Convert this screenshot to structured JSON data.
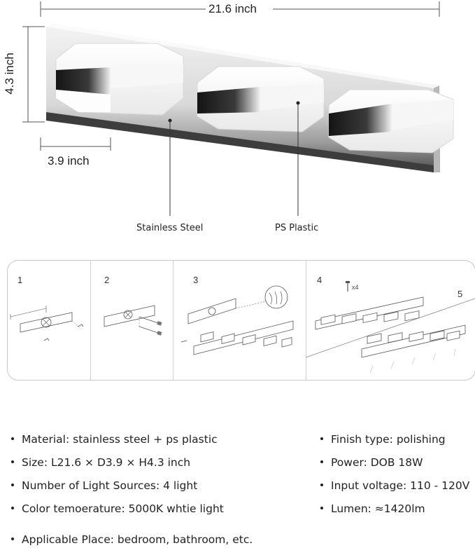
{
  "dimensions": {
    "width": "21.6 inch",
    "height": "4.3 inch",
    "depth": "3.9 inch"
  },
  "callouts": {
    "stainless": "Stainless Steel",
    "plastic": "PS Plastic"
  },
  "steps": [
    "1",
    "2",
    "3",
    "4",
    "5"
  ],
  "step4_screw_count": "x4",
  "specs_left": [
    "Material:  stainless steel + ps plastic",
    "Size: L21.6 × D3.9 × H4.3 inch",
    "Number of Light Sources: 4 light",
    "Color temoerature: 5000K whtie light",
    "Applicable Place: bedroom, bathroom, etc."
  ],
  "specs_right": [
    "Finish type: polishing",
    "Power: DOB 18W",
    "Input voltage: 110 - 120V",
    "Lumen: ≈1420lm"
  ],
  "colors": {
    "chrome_light": "#eeeeee",
    "chrome_dark": "#222222",
    "diffuser": "#fbfbfb"
  }
}
